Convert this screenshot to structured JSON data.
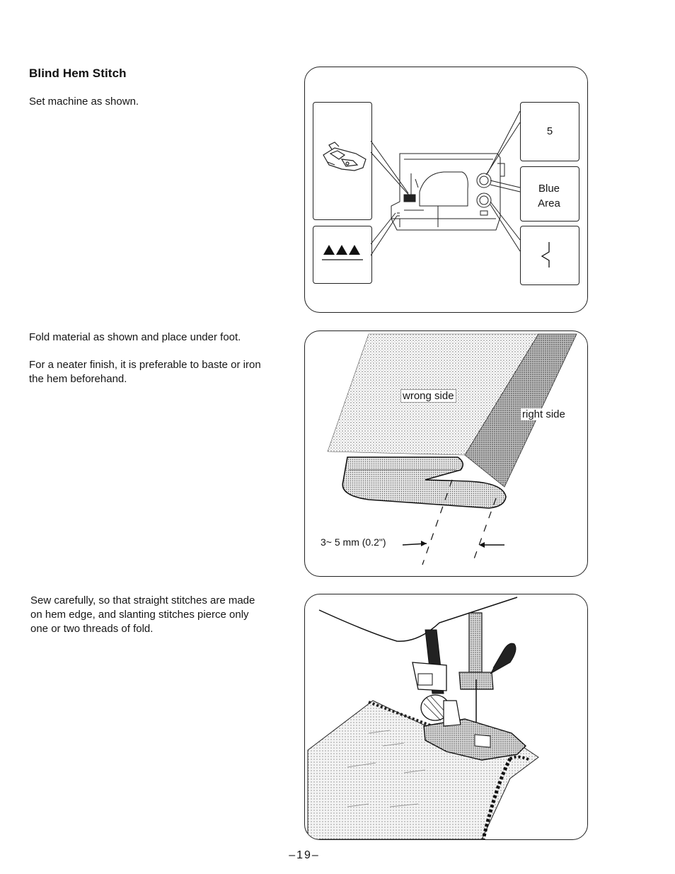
{
  "heading": "Blind Hem Stitch",
  "step1": "Set machine as shown.",
  "step2a": "Fold material as shown and place under foot.",
  "step2b_line1": "For a neater finish, it is preferable to baste or iron",
  "step2b_line2": "the hem beforehand.",
  "step3_line1": "Sew carefully, so that straight stitches are made",
  "step3_line2": "on hem edge, and slanting stitches pierce only",
  "step3_line3": "one or two threads of fold.",
  "figure1": {
    "stitch_length": "5",
    "area_line1": "Blue",
    "area_line2": "Area"
  },
  "figure2": {
    "wrong_side": "wrong side",
    "right_side": "right side",
    "measurement": "3~ 5  mm (0.2\")"
  },
  "page_number": "–19–"
}
